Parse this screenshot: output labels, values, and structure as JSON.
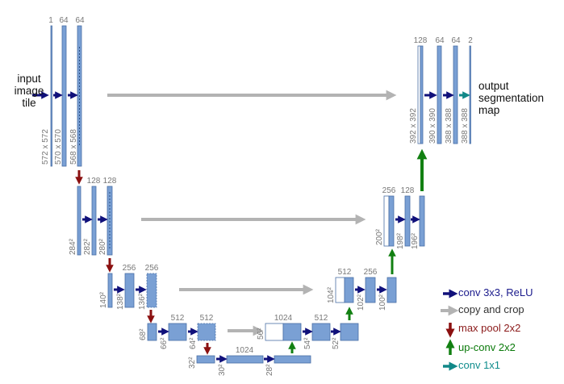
{
  "input_label": "input\nimage\ntile",
  "output_label": "output\nsegmentation\nmap",
  "channels": {
    "l1": [
      "1",
      "64",
      "64"
    ],
    "l2": [
      "128",
      "128"
    ],
    "l3": [
      "256",
      "256"
    ],
    "l4": [
      "512",
      "512"
    ],
    "bottom": [
      "1024"
    ],
    "r4": [
      "1024",
      "512"
    ],
    "r3": [
      "512",
      "256"
    ],
    "r2": [
      "256",
      "128"
    ],
    "r1": [
      "128",
      "64",
      "64",
      "2"
    ]
  },
  "sizes": {
    "l1": [
      "572 x 572",
      "570 x 570",
      "568 x 568"
    ],
    "l2": [
      "284²",
      "282²",
      "280²"
    ],
    "l3": [
      "140²",
      "138²",
      "136²"
    ],
    "l4": [
      "68²",
      "66²",
      "64²"
    ],
    "bottom": [
      "32²",
      "30²",
      "28²"
    ],
    "r4": [
      "56²",
      "54²",
      "52²"
    ],
    "r3": [
      "104²",
      "102²",
      "100²"
    ],
    "r2": [
      "200²",
      "198²",
      "196²"
    ],
    "r1": [
      "392 x 392",
      "390 x 390",
      "388 x 388",
      "388 x 388"
    ]
  },
  "legend": [
    {
      "label": "conv 3x3, ReLU",
      "color": "#1a1a8c",
      "arrow": "right"
    },
    {
      "label": "copy and crop",
      "color": "#333333",
      "arrow_color": "#b3b3b3",
      "arrow": "right"
    },
    {
      "label": "max pool 2x2",
      "color": "#8b1a1a",
      "arrow": "down"
    },
    {
      "label": "up-conv 2x2",
      "color": "#0a7a0a",
      "arrow": "up"
    },
    {
      "label": "conv 1x1",
      "color": "#0f8c8c",
      "arrow": "right"
    }
  ],
  "colors": {
    "block_fill": "#7aa0d4",
    "block_stroke": "#4a6fa5",
    "conv_arrow": "#10107a",
    "copy_arrow": "#b3b3b3",
    "pool_arrow": "#8b1010",
    "up_arrow": "#128012",
    "conv1x1_arrow": "#118888",
    "text_gray": "#777777"
  }
}
